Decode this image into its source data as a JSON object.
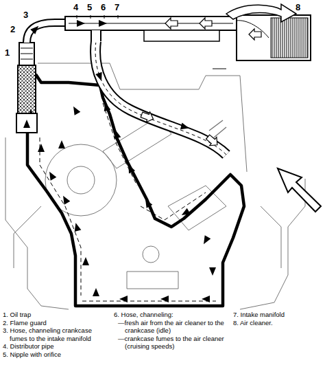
{
  "diagram": {
    "labels": [
      "1",
      "2",
      "3",
      "4",
      "5",
      "6",
      "7",
      "8",
      "1. Oil trap",
      "2. Flame guard",
      "3. Hose, channeling crankcase fumes to the intake manifold",
      "4. Distributor pipe",
      "5. Nipple with orifice",
      "6. Hose, channeling:",
      "—fresh air from the air cleaner to the crankcase (idle)",
      "—crankcase fumes to the air cleaner (cruising speeds)",
      "7. Intake manifold",
      "8. Air cleaner."
    ]
  }
}
